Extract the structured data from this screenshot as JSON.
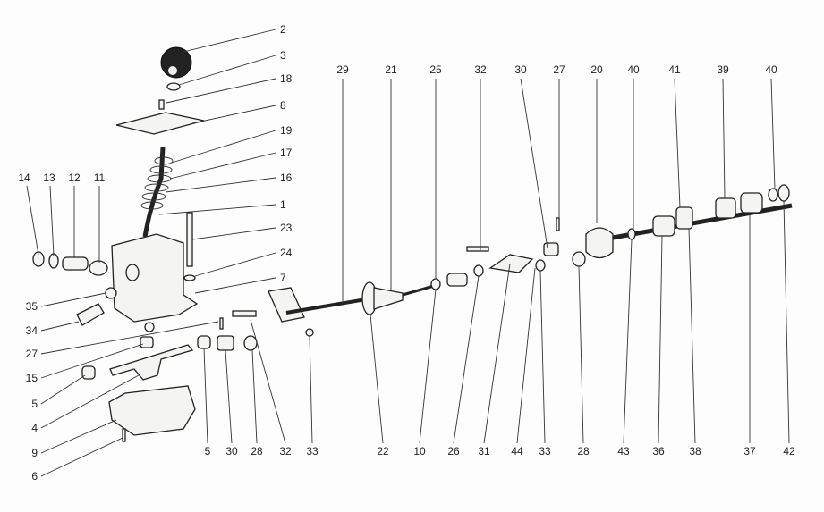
{
  "title": "Gearbox outside controls exploded view",
  "callouts": [
    "2",
    "3",
    "18",
    "8",
    "19",
    "17",
    "16",
    "1",
    "23",
    "24",
    "7",
    "14",
    "13",
    "12",
    "11",
    "35",
    "34",
    "27",
    "15",
    "5",
    "4",
    "9",
    "6",
    "29",
    "21",
    "25",
    "32",
    "30",
    "27",
    "20",
    "40",
    "41",
    "39",
    "40",
    "5",
    "30",
    "28",
    "32",
    "33",
    "22",
    "10",
    "26",
    "31",
    "44",
    "33",
    "28",
    "43",
    "36",
    "38",
    "37",
    "42"
  ]
}
